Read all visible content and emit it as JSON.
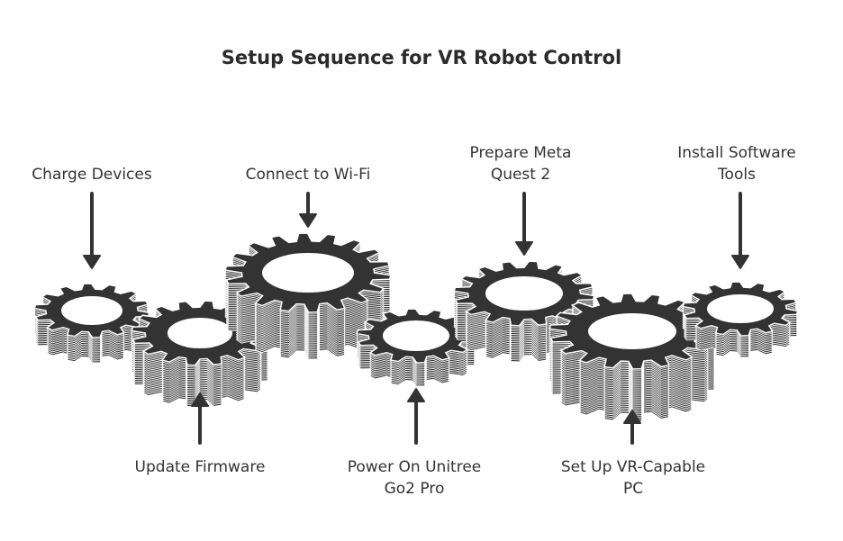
{
  "title": "Setup Sequence for VR Robot Control",
  "colors": {
    "gear": "#333333",
    "gear_side": "#333333",
    "hole": "#ffffff",
    "arrow": "#333333",
    "text": "#333333"
  },
  "steps": [
    {
      "label": "Charge Devices",
      "position": "top"
    },
    {
      "label": "Update Firmware",
      "position": "bottom"
    },
    {
      "label": "Connect to Wi-Fi",
      "position": "top"
    },
    {
      "label": "Power On Unitree\nGo2 Pro",
      "position": "bottom"
    },
    {
      "label": "Prepare Meta\nQuest 2",
      "position": "top"
    },
    {
      "label": "Set Up VR-Capable\nPC",
      "position": "bottom"
    },
    {
      "label": "Install Software\nTools",
      "position": "top"
    }
  ]
}
